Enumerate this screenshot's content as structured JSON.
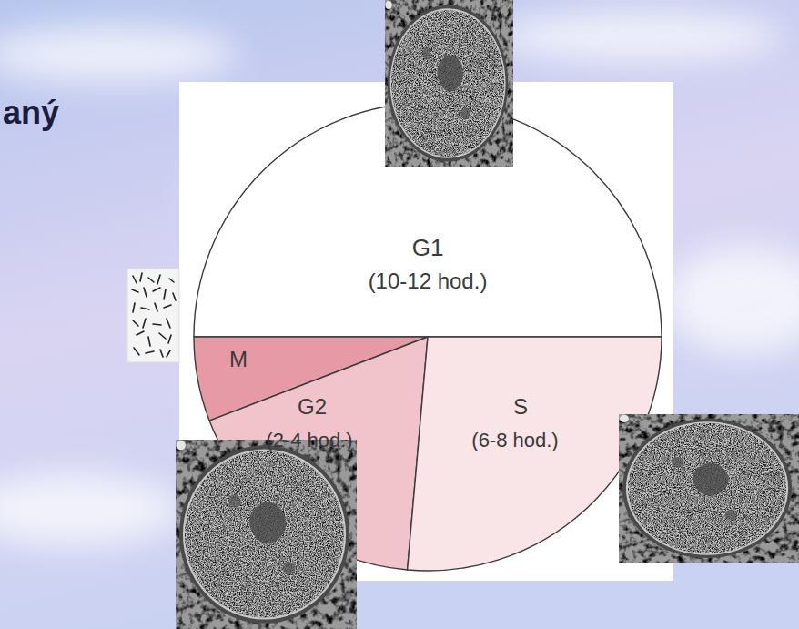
{
  "diagram": {
    "title": "aný",
    "nodes": [
      {
        "text": [
          "G1",
          "(10-12 hod.)"
        ]
      },
      {
        "text": [
          "M"
        ]
      },
      {
        "text": [
          "G2",
          "(2-4 hod.)"
        ]
      },
      {
        "text": [
          "S",
          "(6-8 hod.)"
        ]
      }
    ]
  }
}
